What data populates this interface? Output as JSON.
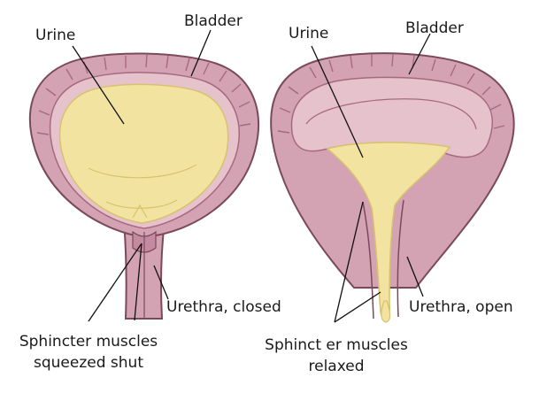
{
  "diagram": {
    "left": {
      "label_urine": "Urine",
      "label_bladder": "Bladder",
      "label_urethra": "Urethra, closed",
      "label_sphincter_line1": "Sphincter muscles",
      "label_sphincter_line2": "squeezed shut"
    },
    "right": {
      "label_urine": "Urine",
      "label_bladder": "Bladder",
      "label_urethra": "Urethra, open",
      "label_sphincter_line1": "Sphinct er muscles",
      "label_sphincter_line2": "relaxed"
    }
  },
  "colors": {
    "wall": "#d3a3b4",
    "wall_dark": "#a7697f",
    "urine": "#f3e3a0",
    "urine_dark": "#d7c36d",
    "outline": "#7b4a5a",
    "leader": "#111111"
  }
}
